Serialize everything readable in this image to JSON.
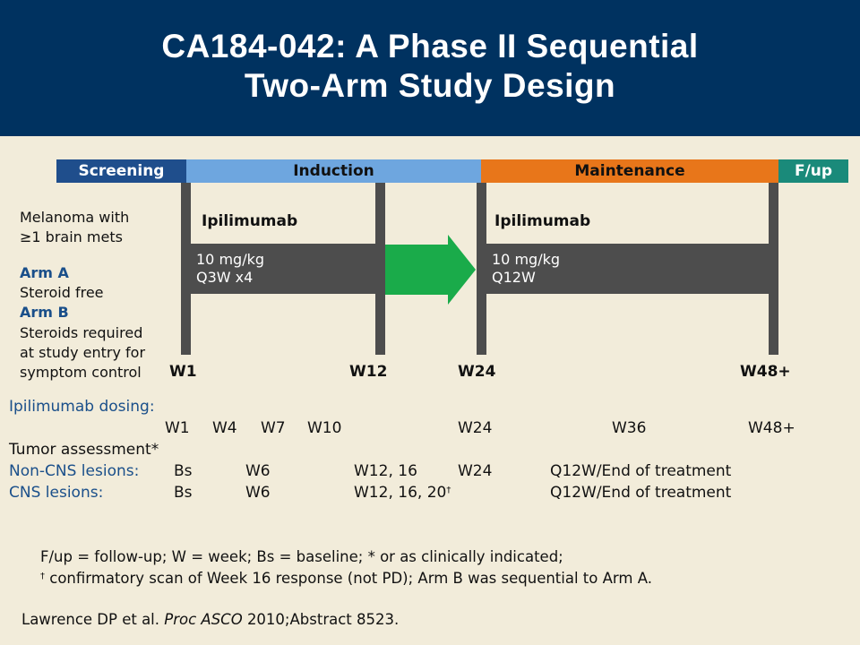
{
  "title": {
    "line1": "CA184-042: A Phase II Sequential",
    "line2": "Two-Arm Study Design"
  },
  "phases": {
    "screening": "Screening",
    "induction": "Induction",
    "maintenance": "Maintenance",
    "fup": "F/up"
  },
  "colors": {
    "header": "#003260",
    "screening": "#1f4e8c",
    "induction": "#6ea6df",
    "maintenance": "#e8761a",
    "fup": "#1a8a7a",
    "arrow": "#1aab4a",
    "bars": "#4d4d4d",
    "background": "#f2ecda"
  },
  "population": {
    "line1": "Melanoma with",
    "line2": "≥1 brain mets",
    "armA_label": "Arm A",
    "armA_desc": "Steroid free",
    "armB_label": "Arm B",
    "armB_desc1": "Steroids required",
    "armB_desc2": "at study entry for",
    "armB_desc3": "symptom control"
  },
  "induction_drug": {
    "name": "Ipilimumab",
    "dose": "10 mg/kg",
    "schedule": "Q3W x4"
  },
  "maintenance_drug": {
    "name": "Ipilimumab",
    "dose": "10 mg/kg",
    "schedule": "Q12W"
  },
  "weeks": {
    "w1": "W1",
    "w12": "W12",
    "w24": "W24",
    "w48": "W48+"
  },
  "dosing": {
    "label": "Ipilimumab dosing:",
    "w1": "W1",
    "w4": "W4",
    "w7": "W7",
    "w10": "W10",
    "w24": "W24",
    "w36": "W36",
    "w48": "W48+"
  },
  "assessment": {
    "label": "Tumor assessment*",
    "noncns_label": "Non-CNS lesions:",
    "noncns_bs": "Bs",
    "noncns_w6": "W6",
    "noncns_w12": "W12,  16",
    "noncns_w24": "W24",
    "noncns_q12": "Q12W/End of treatment",
    "cns_label": "CNS lesions:",
    "cns_bs": "Bs",
    "cns_w6": "W6",
    "cns_w12": "W12,  16, 20",
    "cns_dagger": "†",
    "cns_q12": "Q12W/End of treatment"
  },
  "footnotes": {
    "line1": "F/up = follow-up; W = week; Bs = baseline; * or as clinically  indicated;",
    "dagger": "†",
    "line2": "confirmatory scan of Week 16 response (not PD); Arm B was sequential to Arm A."
  },
  "citation": {
    "authors": "Lawrence DP et al.",
    "journal": "Proc ASCO",
    "rest": "2010;Abstract 8523."
  }
}
